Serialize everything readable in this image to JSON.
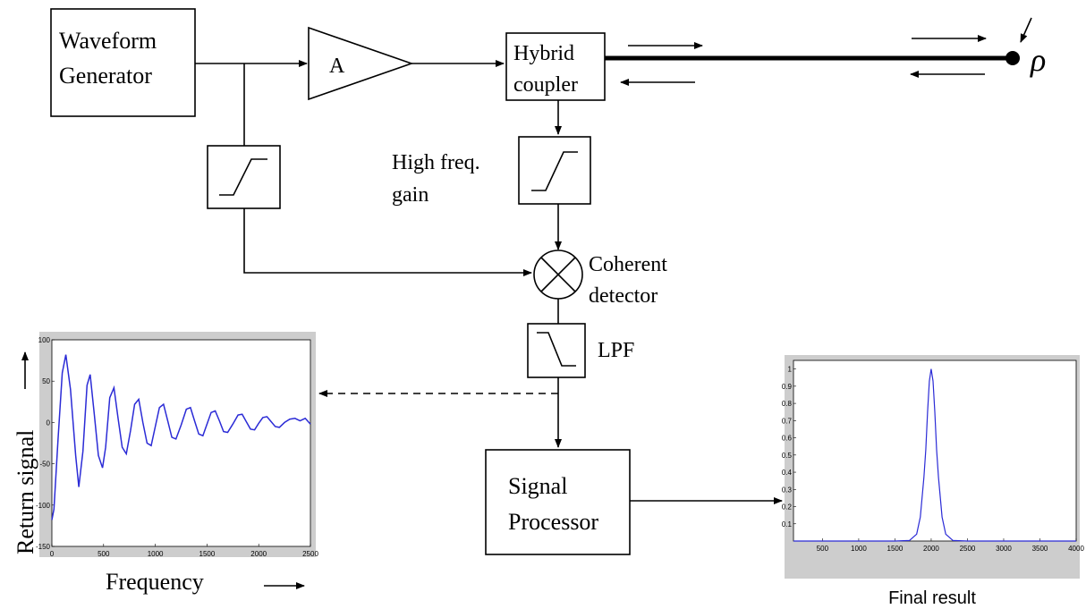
{
  "diagram": {
    "waveform_generator": [
      "Waveform",
      "Generator"
    ],
    "amplifier_label": "A",
    "hybrid_coupler": [
      "Hybrid",
      "coupler"
    ],
    "reflection_symbol": "ρ",
    "high_freq_gain": [
      "High freq.",
      "gain"
    ],
    "coherent_detector": [
      "Coherent",
      "detector"
    ],
    "lpf_label": "LPF",
    "signal_processor": [
      "Signal",
      "Processor"
    ]
  },
  "chart_data": [
    {
      "type": "line",
      "xlabel": "Frequency",
      "ylabel": "Return signal",
      "title": "",
      "xlim": [
        0,
        2500
      ],
      "ylim": [
        -150,
        100
      ],
      "xticks": [
        0,
        500,
        1000,
        1500,
        2000,
        2500
      ],
      "xtick_labels": [
        "0",
        "500",
        "1000",
        "1500",
        "2000",
        "2500"
      ],
      "yticks": [
        100,
        50,
        0,
        -50,
        -100,
        -150
      ],
      "ytick_labels": [
        "100",
        "50",
        "0",
        "-50",
        "-100",
        "-150"
      ],
      "series": [
        {
          "color": "#2b2bd6",
          "x": [
            0,
            20,
            60,
            100,
            135,
            180,
            230,
            260,
            300,
            340,
            370,
            410,
            450,
            490,
            520,
            560,
            600,
            640,
            680,
            720,
            760,
            800,
            840,
            880,
            920,
            960,
            1000,
            1040,
            1080,
            1120,
            1160,
            1200,
            1250,
            1300,
            1340,
            1380,
            1420,
            1460,
            1500,
            1540,
            1580,
            1620,
            1660,
            1700,
            1750,
            1800,
            1840,
            1880,
            1920,
            1960,
            2000,
            2040,
            2080,
            2120,
            2160,
            2200,
            2250,
            2300,
            2350,
            2400,
            2450,
            2500
          ],
          "y": [
            -118,
            -105,
            -20,
            60,
            82,
            40,
            -40,
            -78,
            -35,
            45,
            58,
            10,
            -40,
            -55,
            -30,
            30,
            42,
            5,
            -30,
            -38,
            -10,
            22,
            28,
            0,
            -25,
            -28,
            -5,
            18,
            22,
            2,
            -18,
            -20,
            -3,
            16,
            18,
            2,
            -14,
            -16,
            -2,
            12,
            14,
            2,
            -11,
            -12,
            -2,
            9,
            10,
            1,
            -8,
            -9,
            -1,
            6,
            7,
            1,
            -5,
            -6,
            0,
            4,
            5,
            2,
            5,
            -2
          ]
        }
      ]
    },
    {
      "type": "line",
      "xlabel": "Final result",
      "ylabel": "",
      "title": "",
      "xlim": [
        100,
        4000
      ],
      "ylim": [
        0,
        1.05
      ],
      "xticks": [
        500,
        1000,
        1500,
        2000,
        2500,
        3000,
        3500,
        4000
      ],
      "xtick_labels": [
        "500",
        "1000",
        "1500",
        "2000",
        "2500",
        "3000",
        "3500",
        "4000"
      ],
      "yticks": [
        1,
        0.9,
        0.8,
        0.7,
        0.6,
        0.5,
        0.4,
        0.3,
        0.2,
        0.1
      ],
      "ytick_labels": [
        "1",
        "0.9",
        "0.8",
        "0.7",
        "0.6",
        "0.5",
        "0.4",
        "0.3",
        "0.2",
        "0.1"
      ],
      "series": [
        {
          "color": "#2b2bd6",
          "x": [
            100,
            500,
            1000,
            1500,
            1700,
            1800,
            1850,
            1900,
            1925,
            1950,
            1975,
            2000,
            2025,
            2050,
            2075,
            2100,
            2150,
            2200,
            2300,
            2500,
            3000,
            3500,
            4000
          ],
          "y": [
            0,
            0,
            0,
            0,
            0.003,
            0.04,
            0.14,
            0.37,
            0.53,
            0.75,
            0.93,
            1.0,
            0.93,
            0.75,
            0.53,
            0.37,
            0.14,
            0.04,
            0.003,
            0,
            0,
            0,
            0
          ]
        }
      ]
    }
  ]
}
